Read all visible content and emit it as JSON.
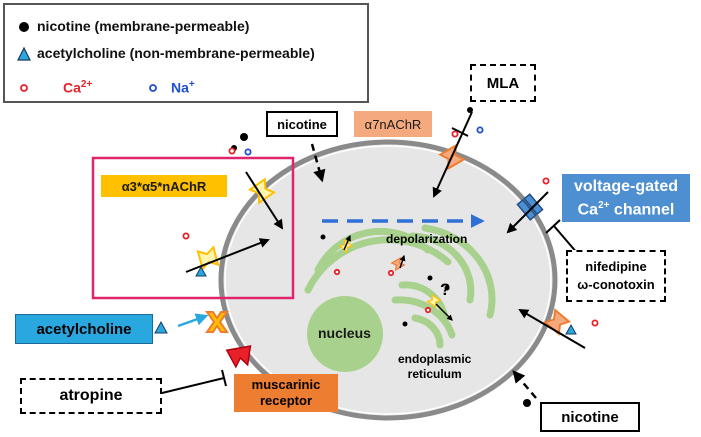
{
  "legend": {
    "nicotine": "nicotine (membrane-permeable)",
    "acetylcholine": "acetylcholine (non-membrane-permeable)",
    "ca": "Ca",
    "ca_sup": "2+",
    "na": "Na",
    "na_sup": "+"
  },
  "labels": {
    "nicotine_top": "nicotine",
    "a7": "α7nAChR",
    "mla": "MLA",
    "a3a5": "α3*α5*nAChR",
    "vgcc_line1": "voltage-gated",
    "vgcc_ca": "Ca",
    "vgcc_sup": "2+",
    "vgcc_line2_rest": " channel",
    "depolarization": "depolarization",
    "question": "?",
    "nifedipine": "nifedipine",
    "conotoxin": "ω-conotoxin",
    "acetylcholine": "acetylcholine",
    "nucleus": "nucleus",
    "er_line1": "endoplasmic",
    "er_line2": "reticulum",
    "atropine": "atropine",
    "muscarinic_line1": "muscarinic",
    "muscarinic_line2": "receptor",
    "nicotine_bottom": "nicotine"
  },
  "colors": {
    "ca_red": "#e8202a",
    "na_blue": "#1f4fd0",
    "pink_box": "#e0246e",
    "a7_fill": "#f5a97f",
    "a3a5_fill": "#ffc000",
    "vgcc_fill": "#4e8fd1",
    "ach_fill": "#29a8e0",
    "muscarinic_fill": "#ed7d31",
    "er_green": "#a9d18e",
    "nucleus_green": "#a9d18e",
    "cell_fill": "#e6e6e6",
    "arrow_blue": "#2f6fd6"
  }
}
